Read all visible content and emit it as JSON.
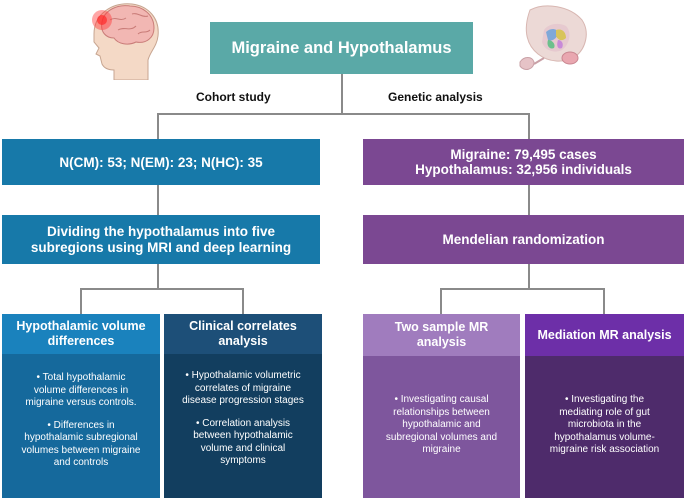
{
  "title": "Migraine and Hypothalamus",
  "branches": {
    "left_label": "Cohort study",
    "right_label": "Genetic analysis"
  },
  "cohort": {
    "counts": "N(CM): 53; N(EM): 23; N(HC): 35",
    "method": [
      "Dividing the hypothalamus into five",
      "subregions using MRI and deep learning"
    ],
    "cards": [
      {
        "title": [
          "Hypothalamic volume",
          "differences"
        ],
        "bullets": [
          [
            "• Total hypothalamic",
            "volume differences in",
            "migraine versus controls."
          ],
          [
            "• Differences in",
            "hypothalamic subregional",
            "volumes between migraine",
            "and controls"
          ]
        ]
      },
      {
        "title": [
          "Clinical correlates",
          "analysis"
        ],
        "bullets": [
          [
            "• Hypothalamic volumetric",
            "correlates of migraine",
            "disease progression stages"
          ],
          [
            "• Correlation analysis",
            "between hypothalamic",
            "volume and clinical",
            "symptoms"
          ]
        ]
      }
    ]
  },
  "genetic": {
    "counts": [
      "Migraine: 79,495 cases",
      "Hypothalamus: 32,956 individuals"
    ],
    "method": "Mendelian randomization",
    "cards": [
      {
        "title": [
          "Two sample MR",
          "analysis"
        ],
        "bullets": [
          [
            "• Investigating causal",
            "relationships between",
            "hypothalamic and",
            "subregional volumes and",
            "migraine"
          ]
        ]
      },
      {
        "title": [
          "Mediation MR analysis"
        ],
        "bullets": [
          [
            "• Investigating the",
            "mediating role of gut",
            "microbiota in the",
            "hypothalamus volume-",
            "migraine risk association"
          ]
        ]
      }
    ]
  },
  "colors": {
    "teal": "#5aa9a7",
    "blue": "#1779a9",
    "blue_card": "#1a82bd",
    "navy_card": "#15456a",
    "purple": "#7b4892",
    "purple_light": "#a07cbe",
    "purple_bright": "#6d2fa8",
    "purple_dark": "#4e2b6b"
  },
  "icons": [
    "brain-head-icon",
    "hypothalamus-anatomy-icon"
  ]
}
